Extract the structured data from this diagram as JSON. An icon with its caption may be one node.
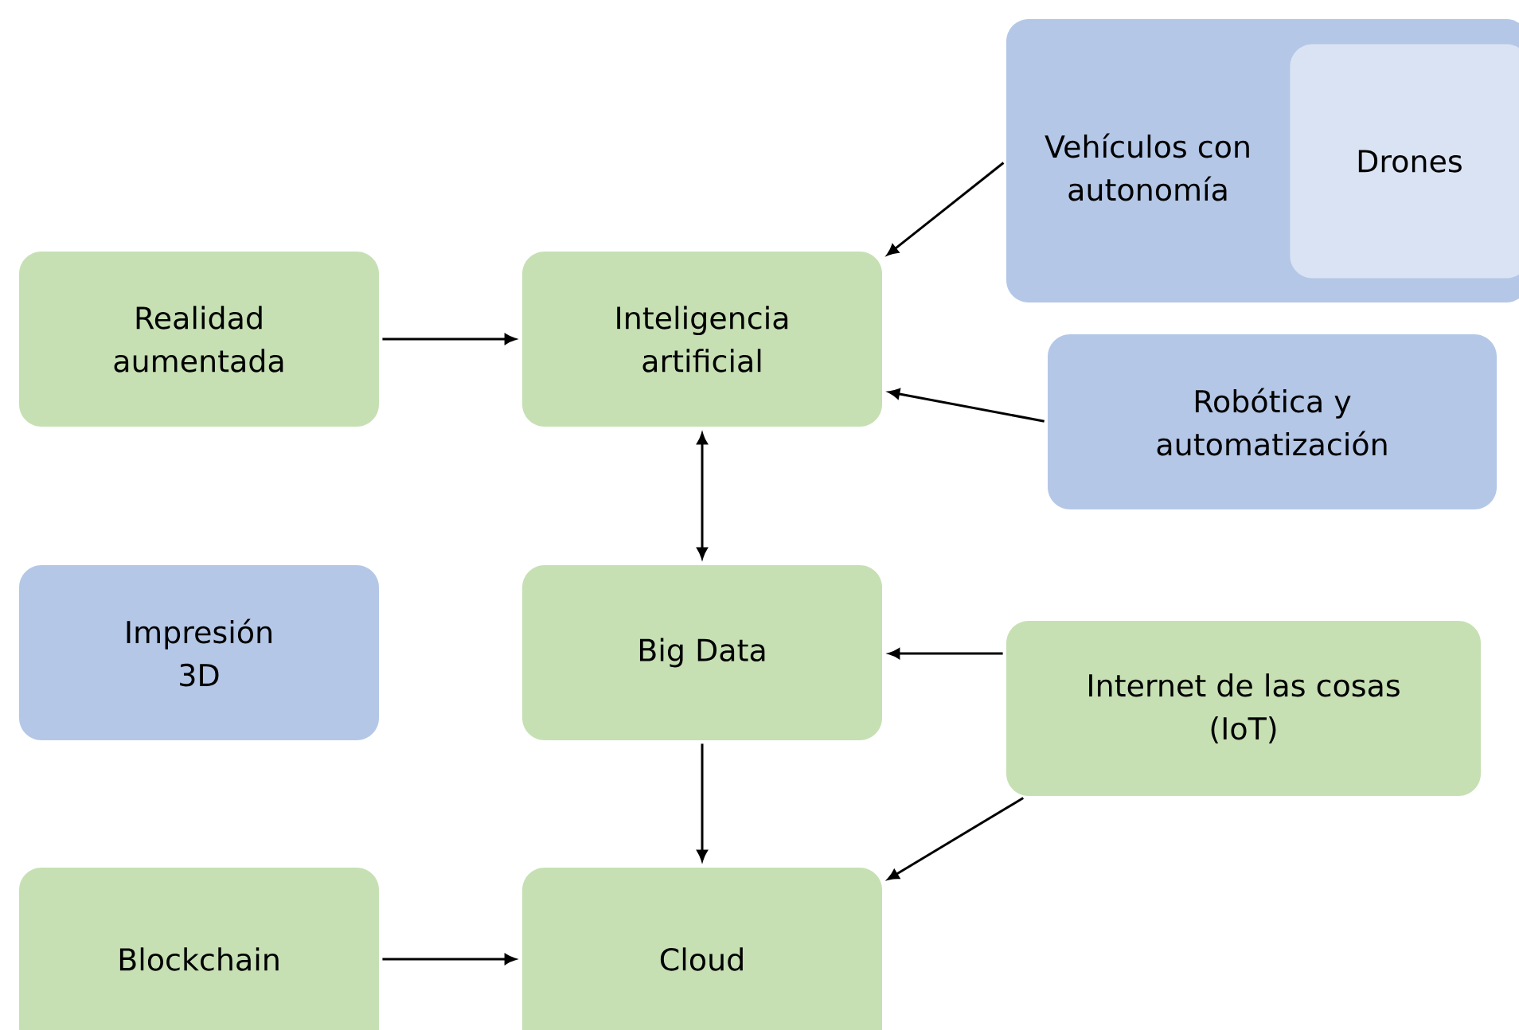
{
  "diagram": {
    "nodes": [
      {
        "text": [
          "Realidad aumentada"
        ]
      },
      {
        "text": [
          "Inteligencia artificial"
        ]
      },
      {
        "text": [
          "Vehículos con autonomía"
        ]
      },
      {
        "text": [
          "Drones"
        ],
        "in": 2
      },
      {
        "text": [
          "Robótica y automatización"
        ]
      },
      {
        "text": [
          "Impresión 3D"
        ]
      },
      {
        "text": [
          "Big Data"
        ]
      },
      {
        "text": [
          "Internet de las cosas (IoT)"
        ]
      },
      {
        "text": [
          "Blockchain"
        ]
      },
      {
        "text": [
          "Cloud"
        ]
      }
    ],
    "edges": [
      {
        "from": 0,
        "to": 1,
        "arrow": "to"
      },
      {
        "from": 2,
        "to": 1,
        "arrow": "to"
      },
      {
        "from": 4,
        "to": 1,
        "arrow": "to"
      },
      {
        "from": 1,
        "to": 6,
        "arrow": "both"
      },
      {
        "from": 7,
        "to": 6,
        "arrow": "to"
      },
      {
        "from": 6,
        "to": 9,
        "arrow": "to"
      },
      {
        "from": 7,
        "to": 9,
        "arrow": "to"
      },
      {
        "from": 8,
        "to": 9,
        "arrow": "to"
      }
    ]
  }
}
